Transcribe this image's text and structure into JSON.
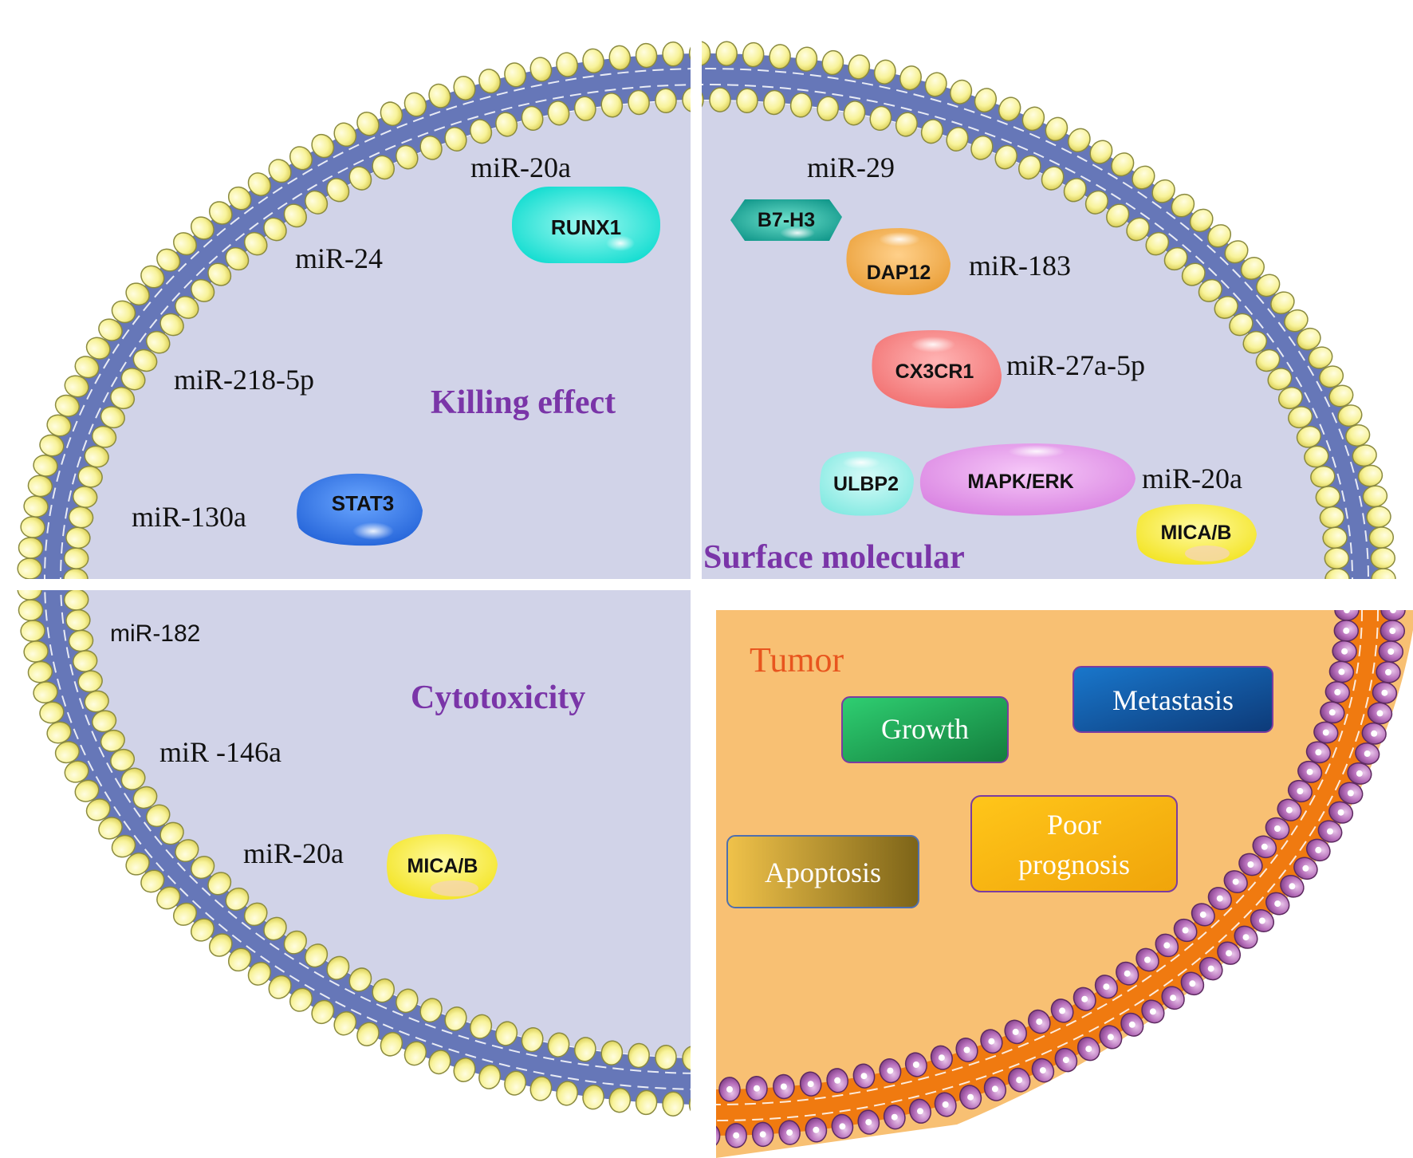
{
  "colors": {
    "cell_bg": "#d1d3e8",
    "bilayer_blue": "#6677b8",
    "lipid_head_yellow": "#f8f39a",
    "tumor_bg": "#f8c073",
    "bilayer_orange": "#f07a10",
    "lipid_head_purple": "#b46bb8",
    "section_title_purple": "#7a35a8",
    "tumor_title_red": "#e8551e"
  },
  "quadrants": {
    "top_left": {
      "title": "Killing effect",
      "mirnas": [
        "miR-20a",
        "miR-24",
        "miR-218-5p",
        "miR-130a"
      ],
      "proteins": [
        "RUNX1",
        "STAT3"
      ]
    },
    "top_right": {
      "title": "Surface molecular",
      "mirnas": [
        "miR-29",
        "miR-183",
        "miR-27a-5p",
        "miR-20a"
      ],
      "proteins": [
        "B7-H3",
        "DAP12",
        "CX3CR1",
        "ULBP2",
        "MAPK/ERK",
        "MICA/B"
      ]
    },
    "bottom_left": {
      "title": "Cytotoxicity",
      "mirnas": [
        "miR-182",
        "miR -146a",
        "miR-20a"
      ],
      "proteins": [
        "MICA/B"
      ]
    },
    "bottom_right": {
      "title": "Tumor",
      "outcomes": [
        "Growth",
        "Metastasis",
        "Poor prognosis",
        "Apoptosis"
      ]
    }
  },
  "icons": {
    "membrane": "lipid-bilayer-icon",
    "protein": "protein-blob-icon"
  }
}
